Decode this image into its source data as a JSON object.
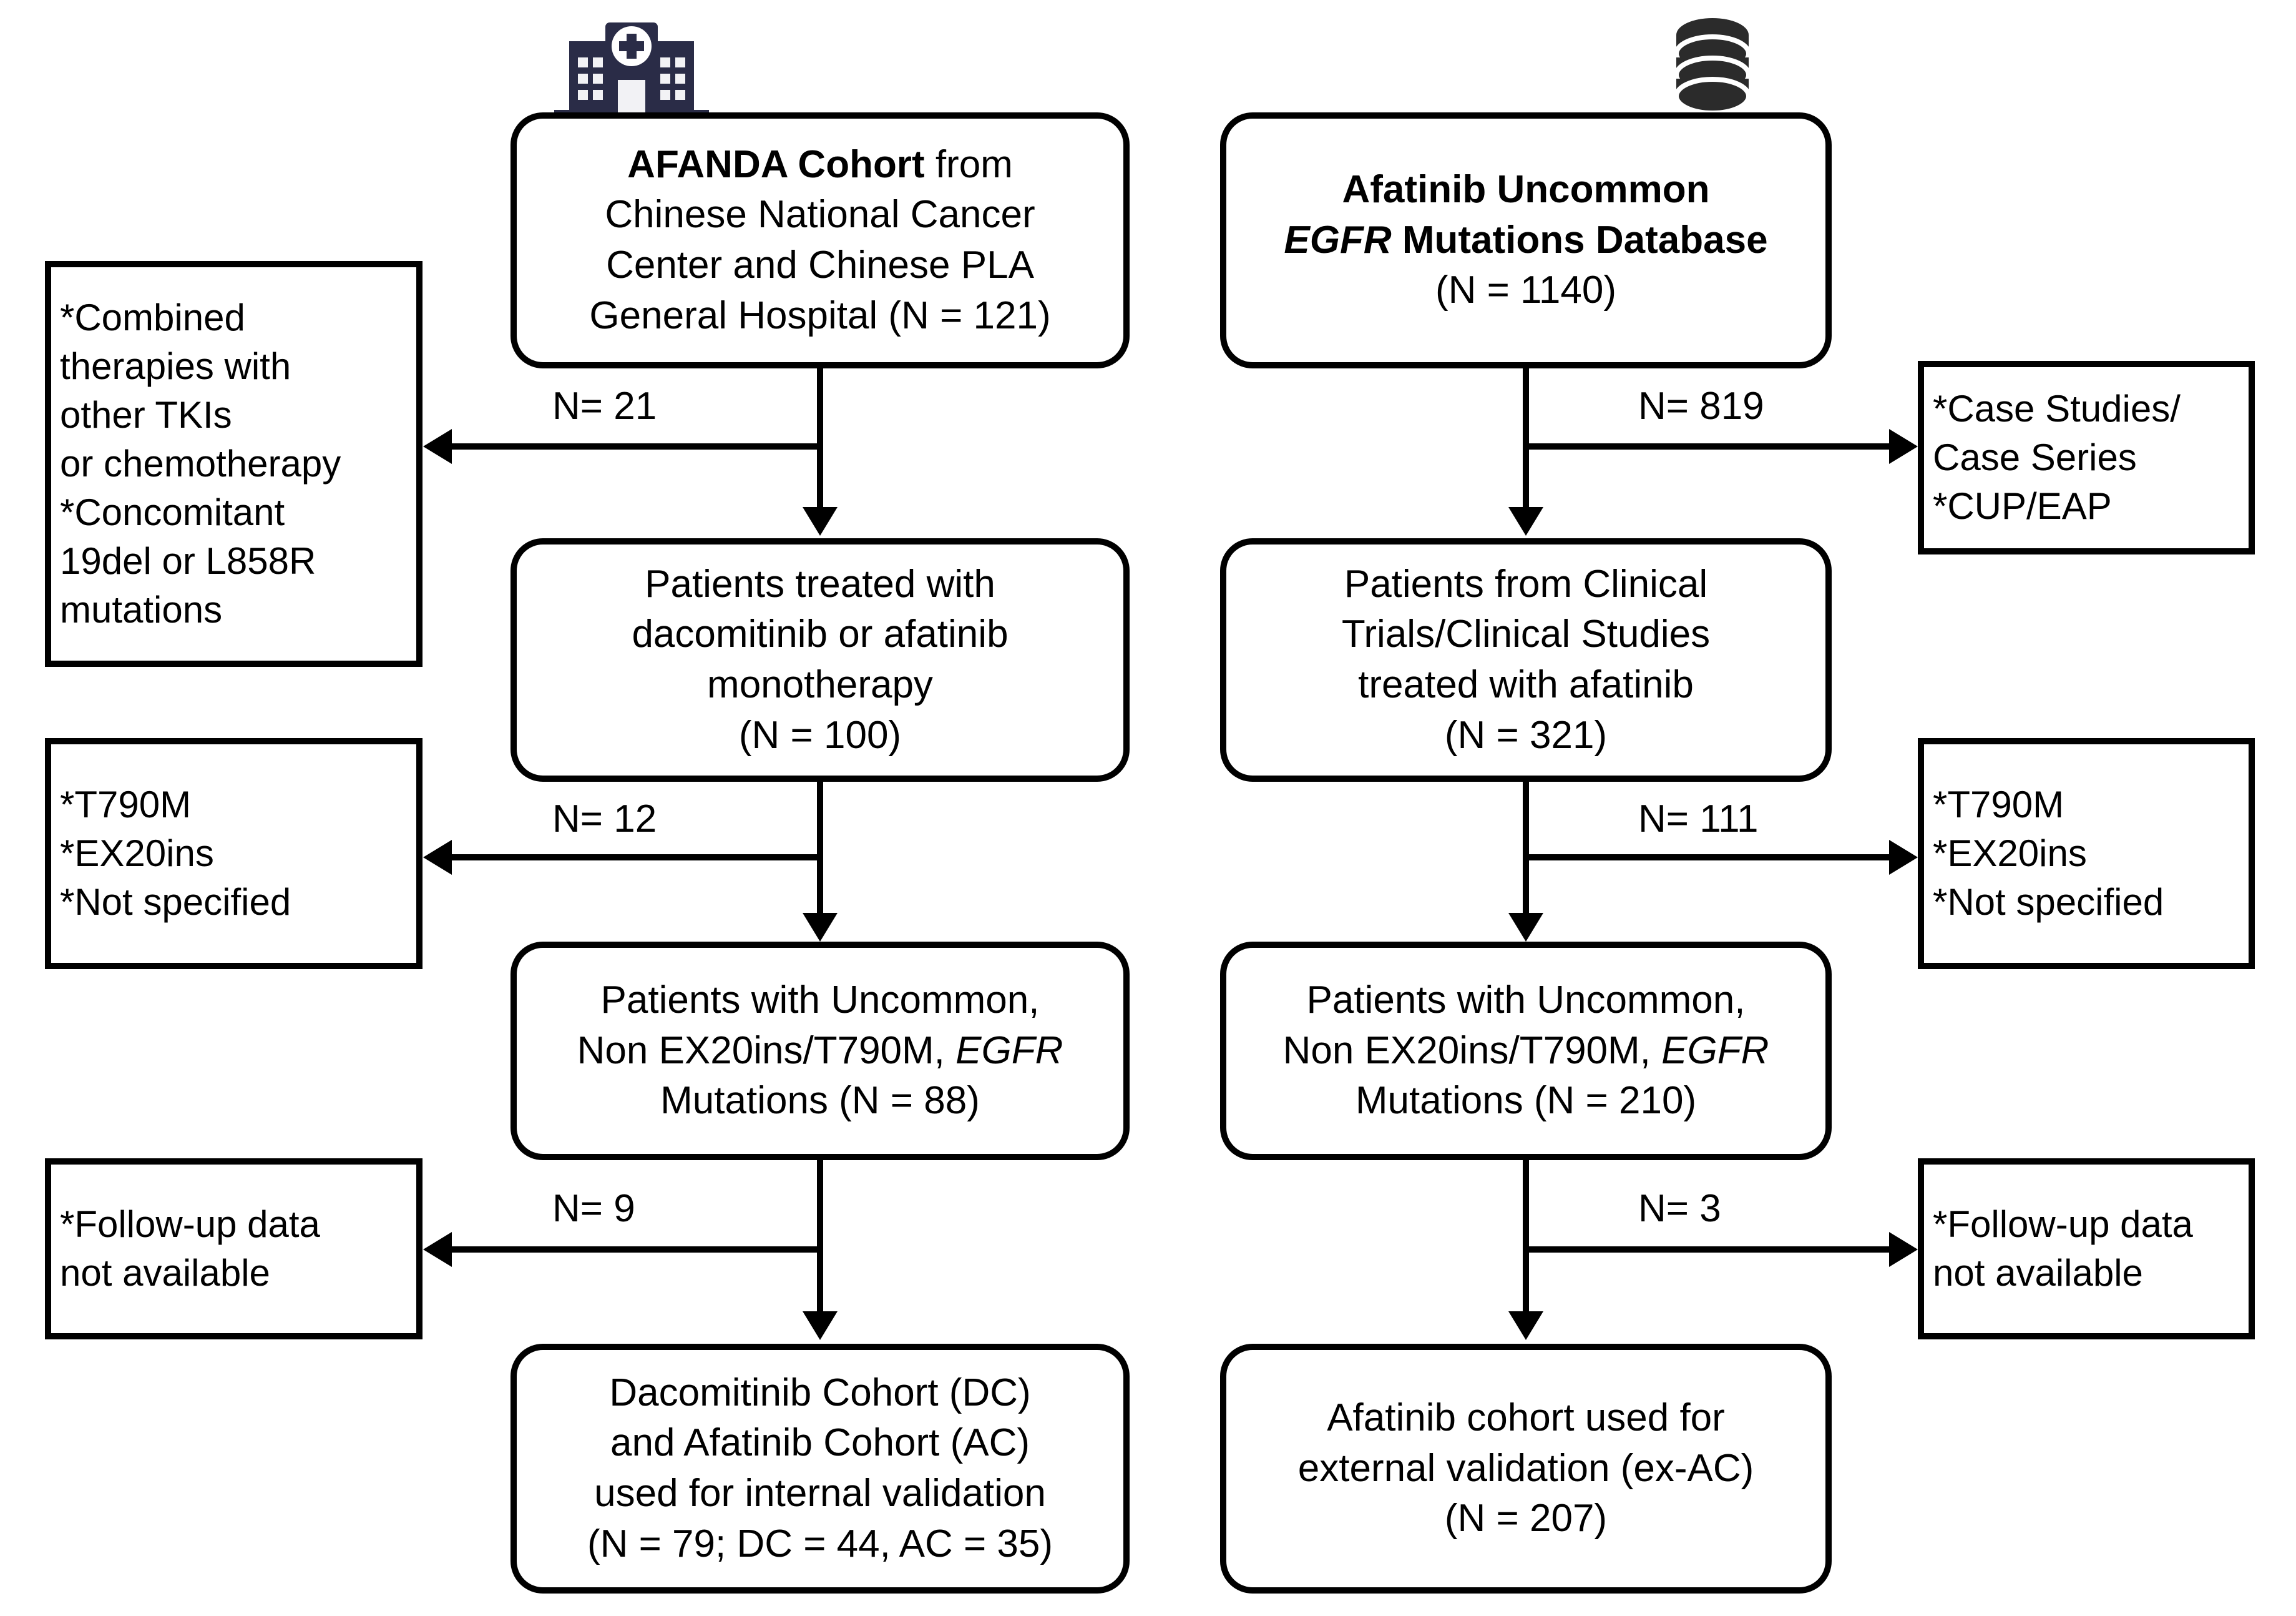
{
  "figure": {
    "type": "flow-diagram",
    "title": "Patient selection flow diagram for AFANDA cohort and Afatinib Uncommon EGFR Mutations Database"
  },
  "icons": {
    "hospital": "hospital-icon",
    "database": "database-icon",
    "hospital_color": "#2a2c47",
    "database_color": "#2b2b2b"
  },
  "nodes": {
    "left_source": {
      "lines": [
        "AFANDA Cohort from",
        "Chinese National Cancer",
        "Center and Chinese PLA",
        "General Hospital (N = 121)"
      ],
      "bold_prefix": "AFANDA Cohort",
      "n": 121
    },
    "right_source": {
      "lines": [
        "Afatinib Uncommon",
        "EGFR Mutations Database",
        "(N = 1140)"
      ],
      "n": 1140
    },
    "left_step2": {
      "lines": [
        "Patients treated with",
        "dacomitinib or afatinib",
        "monotherapy",
        "(N = 100)"
      ],
      "n": 100
    },
    "right_step2": {
      "lines": [
        "Patients from Clinical",
        "Trials/Clinical Studies",
        "treated with afatinib",
        "(N = 321)"
      ],
      "n": 321
    },
    "left_step3": {
      "lines": [
        "Patients with Uncommon,",
        "Non EX20ins/T790M, EGFR",
        "Mutations (N = 88)"
      ],
      "n": 88
    },
    "right_step3": {
      "lines": [
        "Patients with Uncommon,",
        "Non EX20ins/T790M, EGFR",
        "Mutations (N = 210)"
      ],
      "n": 210
    },
    "left_final": {
      "lines": [
        "Dacomitinib Cohort (DC)",
        "and Afatinib Cohort (AC)",
        "used for internal validation",
        "(N = 79; DC = 44, AC = 35)"
      ],
      "n": 79,
      "dc": 44,
      "ac": 35
    },
    "right_final": {
      "lines": [
        "Afatinib cohort used for",
        "external validation (ex-AC)",
        "(N = 207)"
      ],
      "n": 207
    }
  },
  "exclusions": {
    "left_1": {
      "lines": [
        "*Combined",
        "therapies with",
        "other TKIs",
        "or chemotherapy",
        "*Concomitant",
        "19del or L858R",
        "mutations"
      ]
    },
    "left_2": {
      "lines": [
        "*T790M",
        "*EX20ins",
        "*Not specified"
      ]
    },
    "left_3": {
      "lines": [
        "*Follow-up data",
        "not available"
      ]
    },
    "right_1": {
      "lines": [
        "*Case Studies/",
        "Case Series",
        "*CUP/EAP"
      ]
    },
    "right_2": {
      "lines": [
        "*T790M",
        "*EX20ins",
        "*Not specified"
      ]
    },
    "right_3": {
      "lines": [
        "*Follow-up data",
        "not available"
      ]
    }
  },
  "edge_labels": {
    "left_excl_1": "N= 21",
    "left_excl_2": "N= 12",
    "left_excl_3": "N= 9",
    "right_excl_1": "N= 819",
    "right_excl_2": "N= 111",
    "right_excl_3": "N= 3"
  }
}
